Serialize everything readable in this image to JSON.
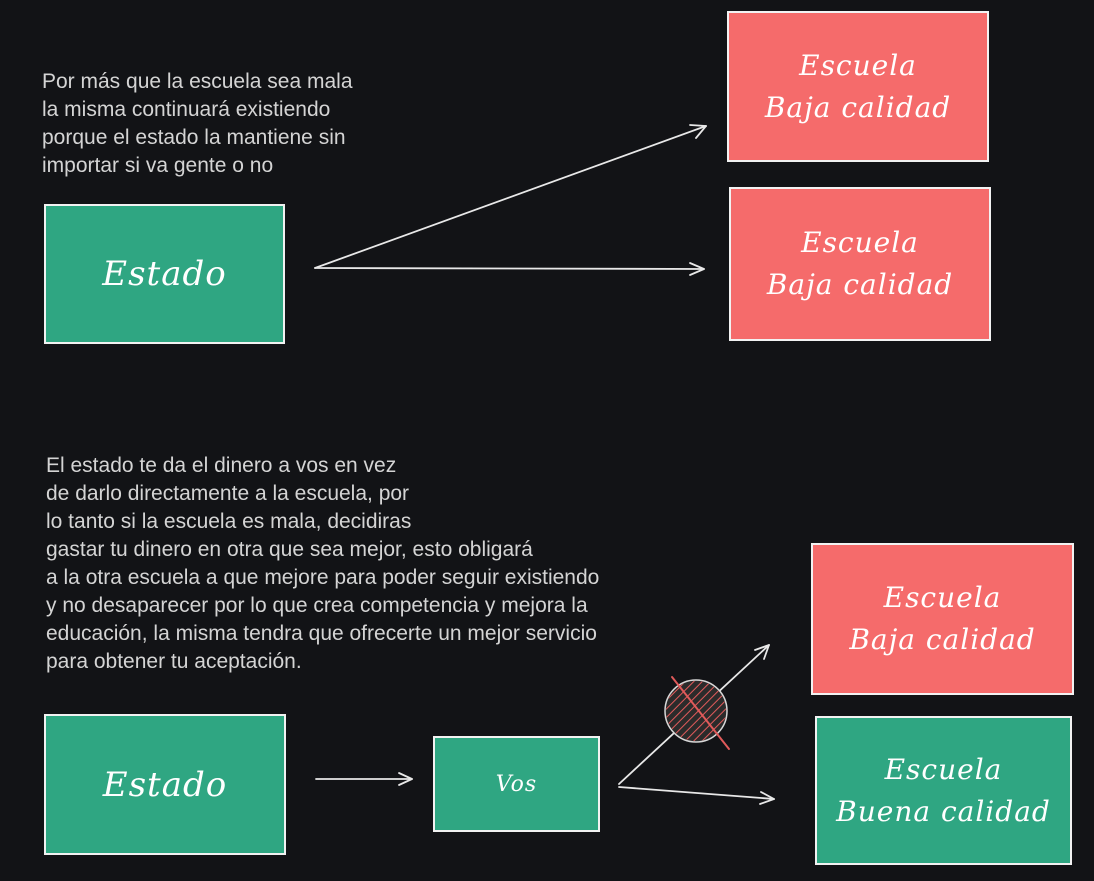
{
  "colors": {
    "background": "#121316",
    "green": "#2fa682",
    "red": "#f56b6b",
    "stroke": "#e8e8e8",
    "blocked": "#e05a5a"
  },
  "top": {
    "note": "Por más que la escuela sea mala\nla misma continuará existiendo\nporque el estado la mantiene sin\nimportar si va gente o no",
    "estado_label": "Estado",
    "school_a_label": "Escuela\nBaja calidad",
    "school_b_label": "Escuela\nBaja calidad"
  },
  "bottom": {
    "note": "El estado te da el dinero a vos en vez\nde darlo directamente a la escuela, por\nlo tanto si la escuela es mala, decidiras\ngastar tu dinero en otra que sea mejor, esto obligará\na la otra escuela a que mejore para poder seguir existiendo\ny no desaparecer por lo que crea competencia y mejora la\neducación, la misma tendra que ofrecerte un mejor servicio\npara obtener tu aceptación.",
    "estado_label": "Estado",
    "vos_label": "Vos",
    "school_bad_label": "Escuela\nBaja calidad",
    "school_good_label": "Escuela\nBuena calidad",
    "blocked_icon": "prohibited-icon"
  }
}
